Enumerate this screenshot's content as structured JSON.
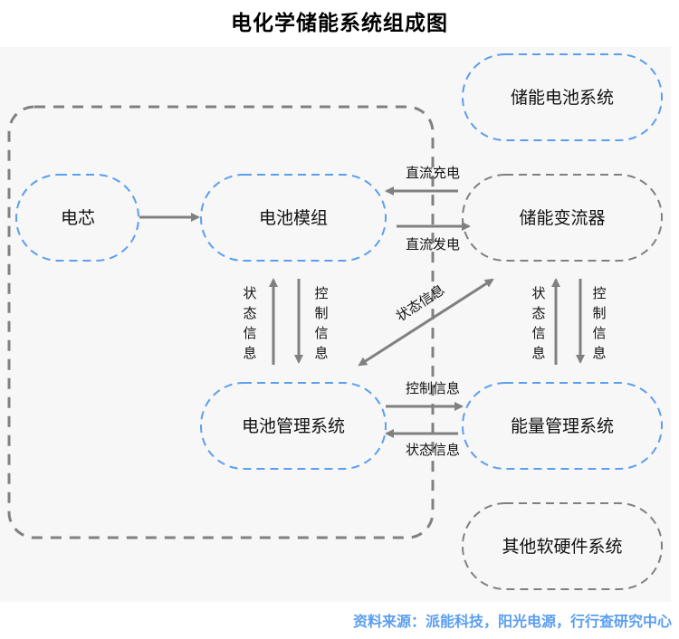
{
  "title": "电化学储能系统组成图",
  "colors": {
    "blue_dash": "#5b9ef0",
    "gray_dash": "#808080",
    "arrow": "#808080",
    "panel_bg": "#f7f7f7",
    "source_text": "#5b9ef0"
  },
  "nodes": {
    "battery_cell": "电芯",
    "battery_module": "电池模组",
    "bms": "电池管理系统",
    "storage_battery_system": "储能电池系统",
    "pcs": "储能变流器",
    "ems": "能量管理系统",
    "other_hw_sw": "其他软硬件系统"
  },
  "edges": {
    "dc_charge": "直流充电",
    "dc_discharge": "直流发电",
    "module_status": [
      "状",
      "态",
      "信",
      "息"
    ],
    "module_control": [
      "控",
      "制",
      "信",
      "息"
    ],
    "diag_status": "状态信息",
    "pcs_status": [
      "状",
      "态",
      "信",
      "息"
    ],
    "pcs_control": [
      "控",
      "制",
      "信",
      "息"
    ],
    "bms_to_ems": "控制信息",
    "ems_to_bms": "状态信息"
  },
  "source": "资料来源：派能科技，阳光电源，行行查研究中心"
}
